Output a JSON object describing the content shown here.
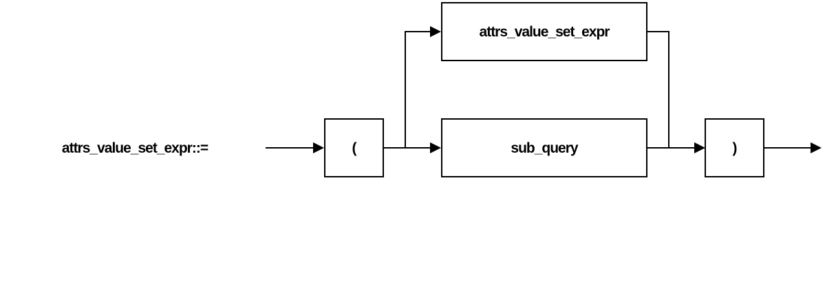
{
  "diagram": {
    "rule_name": "attrs_value_set_expr::=",
    "nodes": {
      "open_paren": "(",
      "attrs_value_set_expr": "attrs_value_set_expr",
      "sub_query": "sub_query",
      "close_paren": ")"
    }
  }
}
